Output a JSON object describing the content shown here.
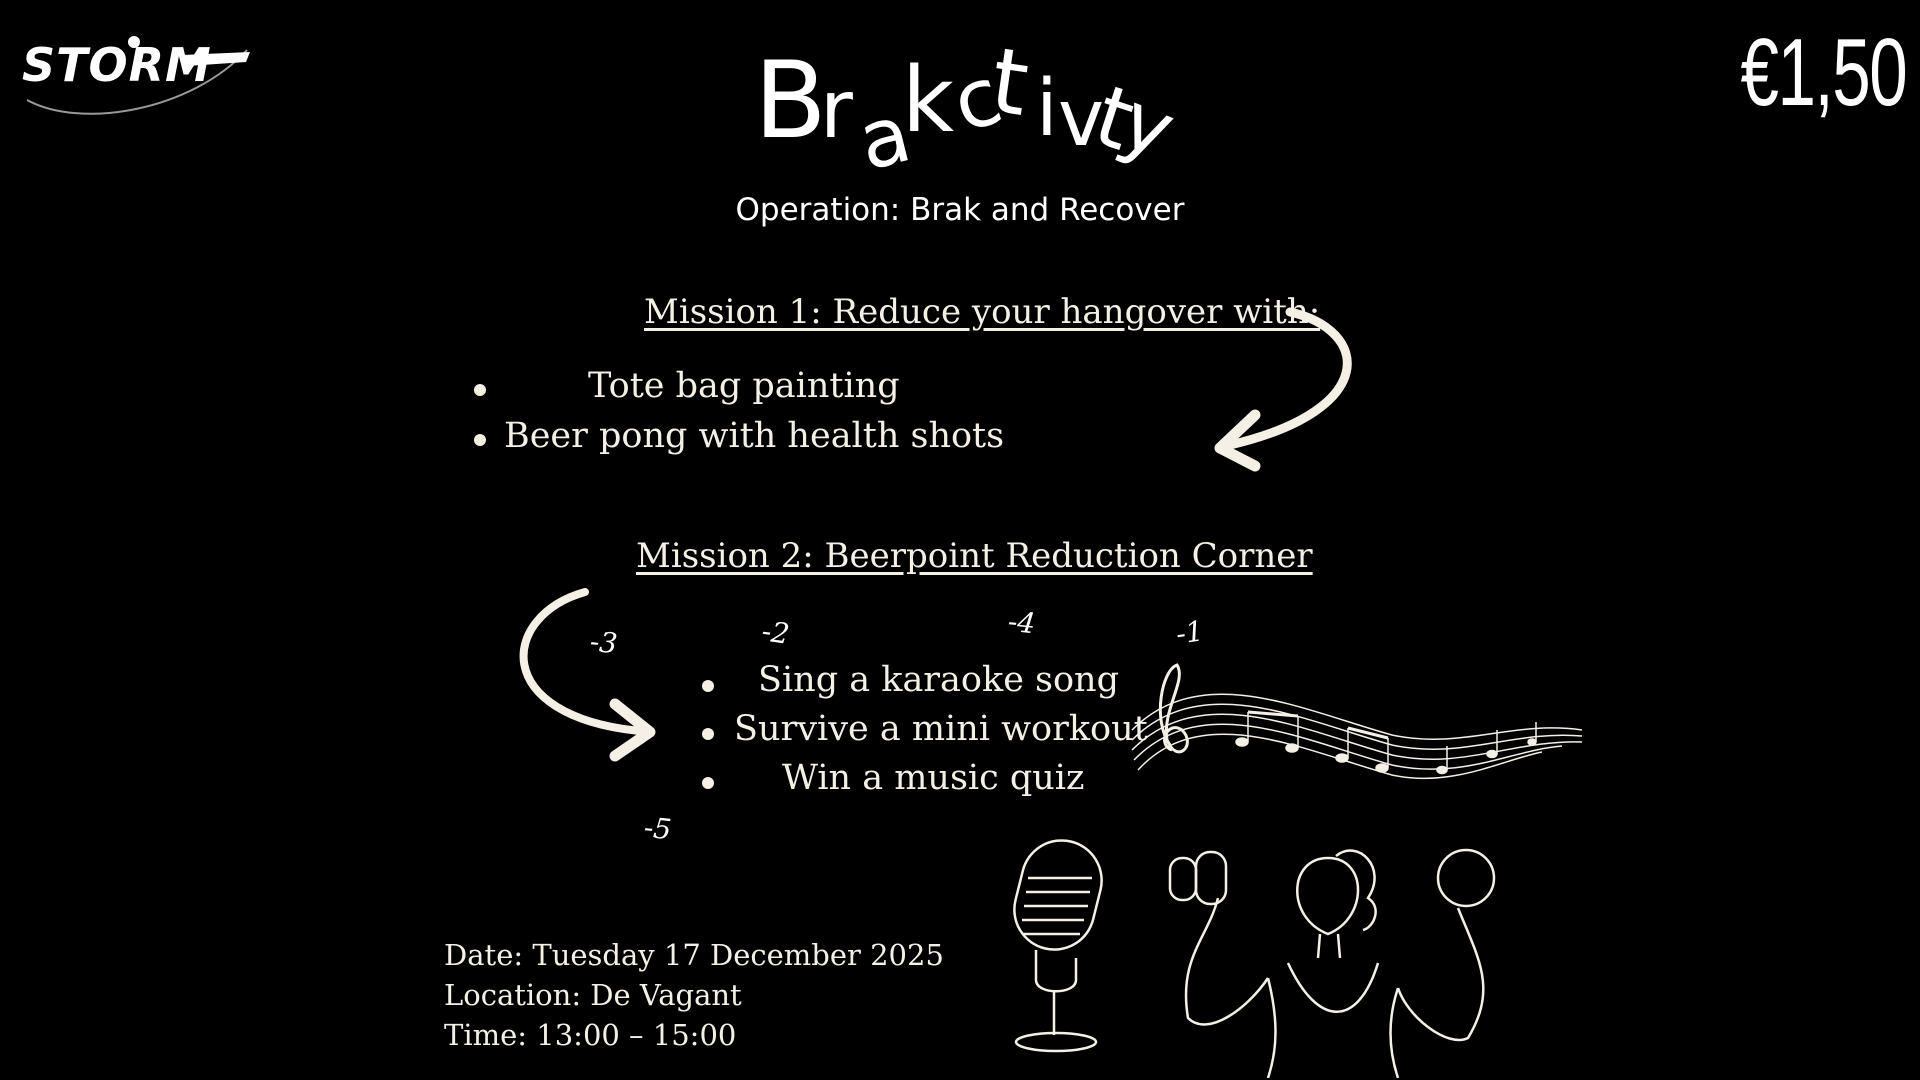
{
  "logo": {
    "text": "STORM"
  },
  "price": "€1,50",
  "title": {
    "letters": [
      "B",
      "r",
      "a",
      "k",
      "c",
      "t",
      "i",
      "v",
      "t",
      "y"
    ]
  },
  "subtitle": "Operation: Brak and Recover",
  "mission1": {
    "heading": "Mission 1: Reduce your hangover with:",
    "items": [
      "Tote bag painting",
      "Beer pong with health shots"
    ]
  },
  "mission2": {
    "heading": "Mission 2: Beerpoint Reduction Corner",
    "items": [
      "Sing a karaoke song",
      "Survive a mini workout",
      "Win a music quiz"
    ],
    "points": [
      "-3",
      "-2",
      "-4",
      "-1",
      "-5"
    ]
  },
  "event": {
    "date": "Date: Tuesday 17 December 2025",
    "location": "Location: De Vagant",
    "time": "Time: 13:00 – 15:00"
  },
  "icons": [
    "arrow-icon",
    "music-notes-icon",
    "microphone-icon",
    "workout-woman-icon"
  ],
  "colors": {
    "background": "#000000",
    "text": "#f4f0e6"
  }
}
